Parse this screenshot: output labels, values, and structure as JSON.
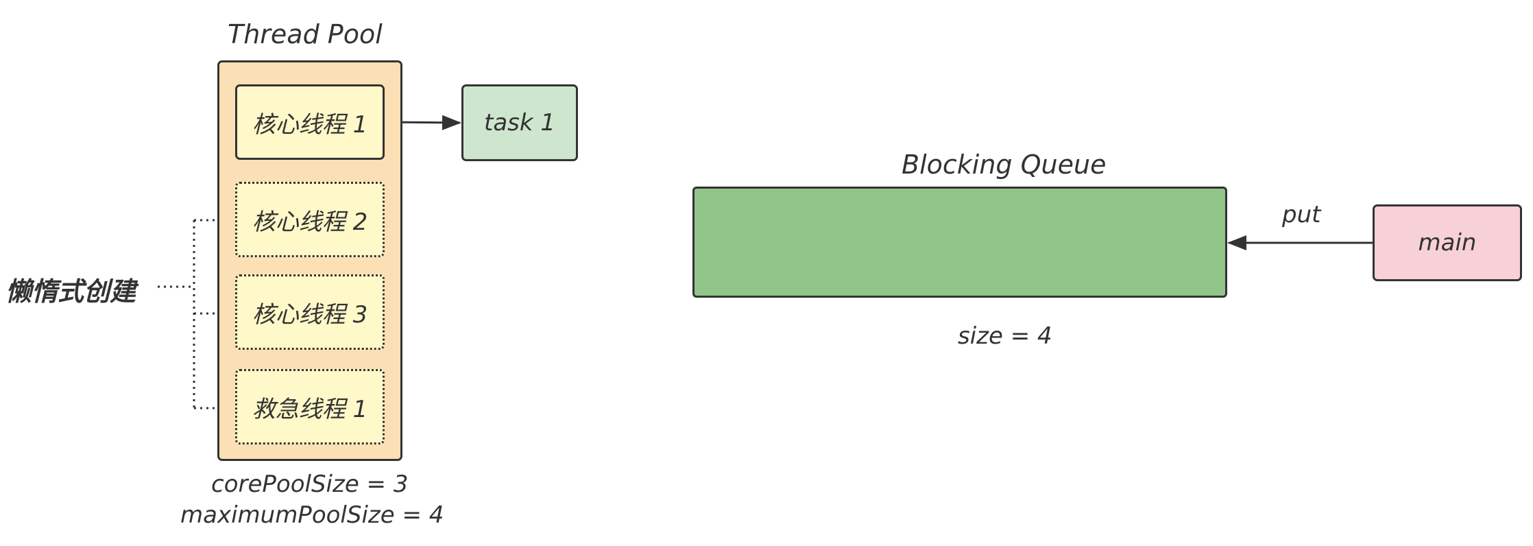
{
  "thread_pool": {
    "title": "Thread Pool",
    "threads": [
      {
        "label": "核心线程 1",
        "state": "active"
      },
      {
        "label": "核心线程 2",
        "state": "lazy"
      },
      {
        "label": "核心线程 3",
        "state": "lazy"
      },
      {
        "label": "救急线程 1",
        "state": "lazy"
      }
    ],
    "core_pool_size": "corePoolSize = 3",
    "maximum_pool_size": "maximumPoolSize = 4"
  },
  "task": {
    "label": "task 1"
  },
  "lazy_creation": {
    "label": "懒惰式创建"
  },
  "blocking_queue": {
    "title": "Blocking Queue",
    "size_label": "size = 4"
  },
  "main": {
    "label": "main",
    "edge_label": "put"
  },
  "colors": {
    "pool_fill": "#fbe0b5",
    "thread_fill": "#fff8c8",
    "task_fill": "#cfe6ce",
    "queue_fill": "#92c58a",
    "main_fill": "#f7d0d8",
    "stroke": "#333333"
  }
}
